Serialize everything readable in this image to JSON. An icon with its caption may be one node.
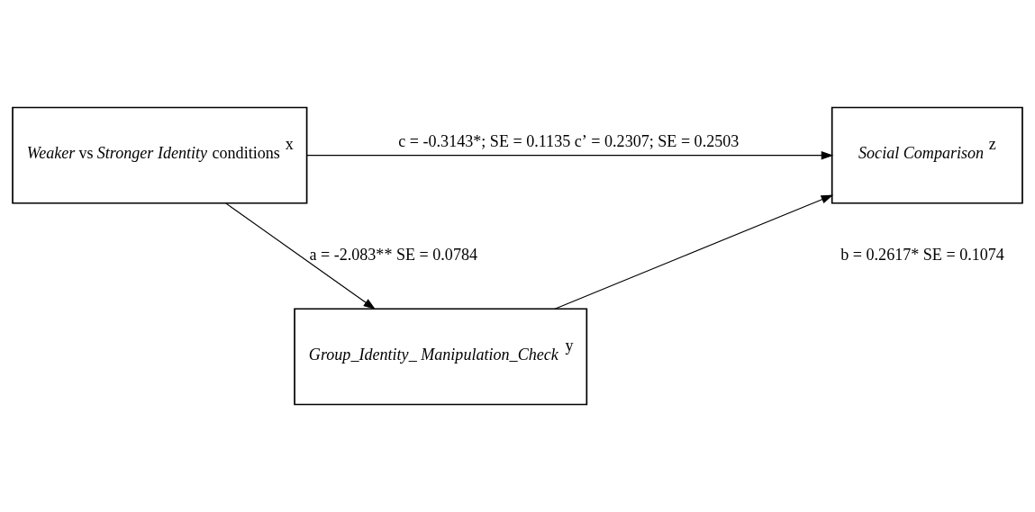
{
  "diagram": {
    "nodes": [
      {
        "text": [
          "*Weaker* vs *Stronger Identity* conditions $^{x}$"
        ]
      },
      {
        "text": [
          "*Social Comparison* $^{z}$"
        ]
      },
      {
        "text": [
          "*Group_Identity_ Manipulation_Check* $^{y}$"
        ]
      }
    ],
    "edges": [
      {
        "from": 0,
        "to": 1,
        "arrow": "to",
        "label": "c = -0.3143*; SE = 0.1135 c’ = 0.2307; SE = 0.2503"
      },
      {
        "from": 0,
        "to": 2,
        "arrow": "to",
        "label": "a = -2.083** SE = 0.0784"
      },
      {
        "from": 2,
        "to": 1,
        "arrow": "to",
        "label": "b = 0.2617* SE = 0.1074"
      }
    ]
  }
}
